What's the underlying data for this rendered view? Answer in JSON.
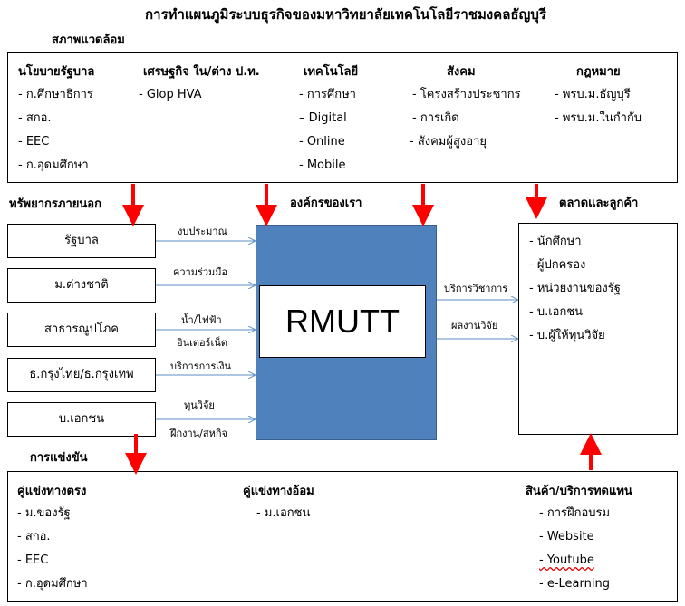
{
  "title": "การทำแผนภูมิระบบธุรกิจของมหาวิทยาลัยเทคโนโลยีราชมงคลธัญบุรี",
  "environment": {
    "label": "สภาพแวดล้อม",
    "columns": [
      {
        "heading": "นโยบายรัฐบาล",
        "items": [
          "- ก.ศึกษาธิการ",
          "- สกอ.",
          "- EEC",
          "- ก.อุดมศึกษา"
        ]
      },
      {
        "heading": "เศรษฐกิจ ใน/ต่าง ป.ท.",
        "items": [
          "- Glop HVA"
        ]
      },
      {
        "heading": "เทคโนโลยี",
        "items": [
          "- การศึกษา",
          "– Digital",
          "- Online",
          "- Mobile"
        ]
      },
      {
        "heading": "สังคม",
        "items": [
          "- โครงสร้างประชากร",
          "- การเกิด",
          "- สังคมผู้สูงอายุ"
        ]
      },
      {
        "heading": "กฎหมาย",
        "items": [
          "- พรบ.ม.ธัญบุรี",
          "- พรบ.ม.ในกำกับ"
        ]
      }
    ]
  },
  "external_resources": {
    "label": "ทรัพยากรภายนอก",
    "sources": [
      "รัฐบาล",
      "ม.ต่างชาติ",
      "สาธารณูปโภค",
      "ธ.กรุงไทย/ธ.กรุงเทพ",
      "บ.เอกชน"
    ],
    "flows": [
      "งบประมาณ",
      "ความร่วมมือ",
      "น้ำ/ไฟฟ้า",
      "อินเตอร์เน็ต",
      "บริการการเงิน",
      "ทุนวิจัย",
      "ฝึกงาน/สหกิจ"
    ]
  },
  "organization": {
    "label": "องค์กรของเรา",
    "name": "RMUTT",
    "outputs": [
      "บริการวิชาการ",
      "ผลงานวิจัย"
    ]
  },
  "market": {
    "label": "ตลาดและลูกค้า",
    "items": [
      "- นักศึกษา",
      "- ผู้ปกครอง",
      "- หน่วยงานของรัฐ",
      "- บ.เอกชน",
      "- บ.ผู้ให้ทุนวิจัย"
    ]
  },
  "competition": {
    "label": "การแข่งขัน",
    "columns": [
      {
        "heading": "คู่แข่งทางตรง",
        "items": [
          "- ม.ของรัฐ",
          "- สกอ.",
          "- EEC",
          "- ก.อุดมศึกษา"
        ]
      },
      {
        "heading": "คู่แข่งทางอ้อม",
        "items": [
          "- ม.เอกชน"
        ]
      },
      {
        "heading": "สินค้า/บริการทดแทน",
        "items": [
          "- การฝึกอบรม",
          "- Website",
          "- Youtube",
          "- e-Learning"
        ]
      }
    ]
  },
  "colors": {
    "red_arrow": "#ff0000",
    "blue_arrow": "#5b8fc7",
    "org_fill": "#4f81bd"
  }
}
